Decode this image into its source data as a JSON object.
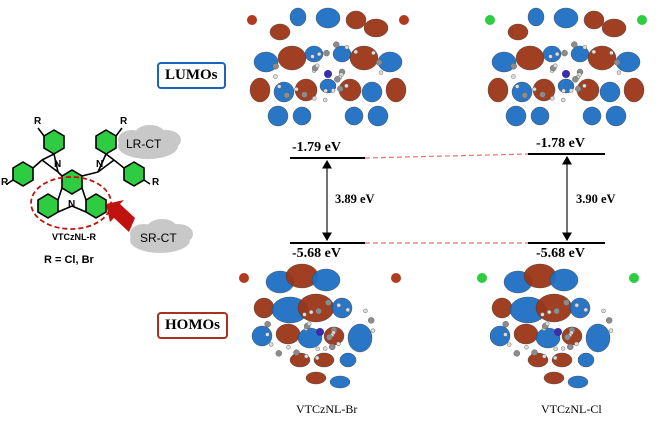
{
  "colors": {
    "lumo_border": "#1f63b8",
    "homo_border": "#a8321e",
    "lobe_red": "#9b3516",
    "lobe_blue": "#1f6fc4",
    "arene_green": "#2ecc40",
    "arrow_red": "#c0130f",
    "cloud_gray": "#c8c8c8",
    "dashed_ellipse": "#c0130f",
    "dashed_connector": "#e07a6a"
  },
  "orbital_labels": {
    "lumo": "LUMOs",
    "homo": "HOMOs"
  },
  "energy_levels": {
    "br": {
      "lumo": "-1.79 eV",
      "homo": "-5.68 eV",
      "gap": "3.89 eV"
    },
    "cl": {
      "lumo": "-1.78 eV",
      "homo": "-5.68 eV",
      "gap": "3.90 eV"
    }
  },
  "captions": {
    "br": "VTCzNL-Br",
    "cl": "VTCzNL-Cl"
  },
  "molecule": {
    "name": "VTCzNL-R",
    "substituent_note": "R = Cl, Br",
    "substituent": "R",
    "nitrogen": "N",
    "clouds": {
      "long_range": "LR-CT",
      "short_range": "SR-CT"
    }
  },
  "icons": [
    "cloud-icon",
    "arrow-icon",
    "orbital-isosurface-icon",
    "benzene-ring-icon"
  ]
}
